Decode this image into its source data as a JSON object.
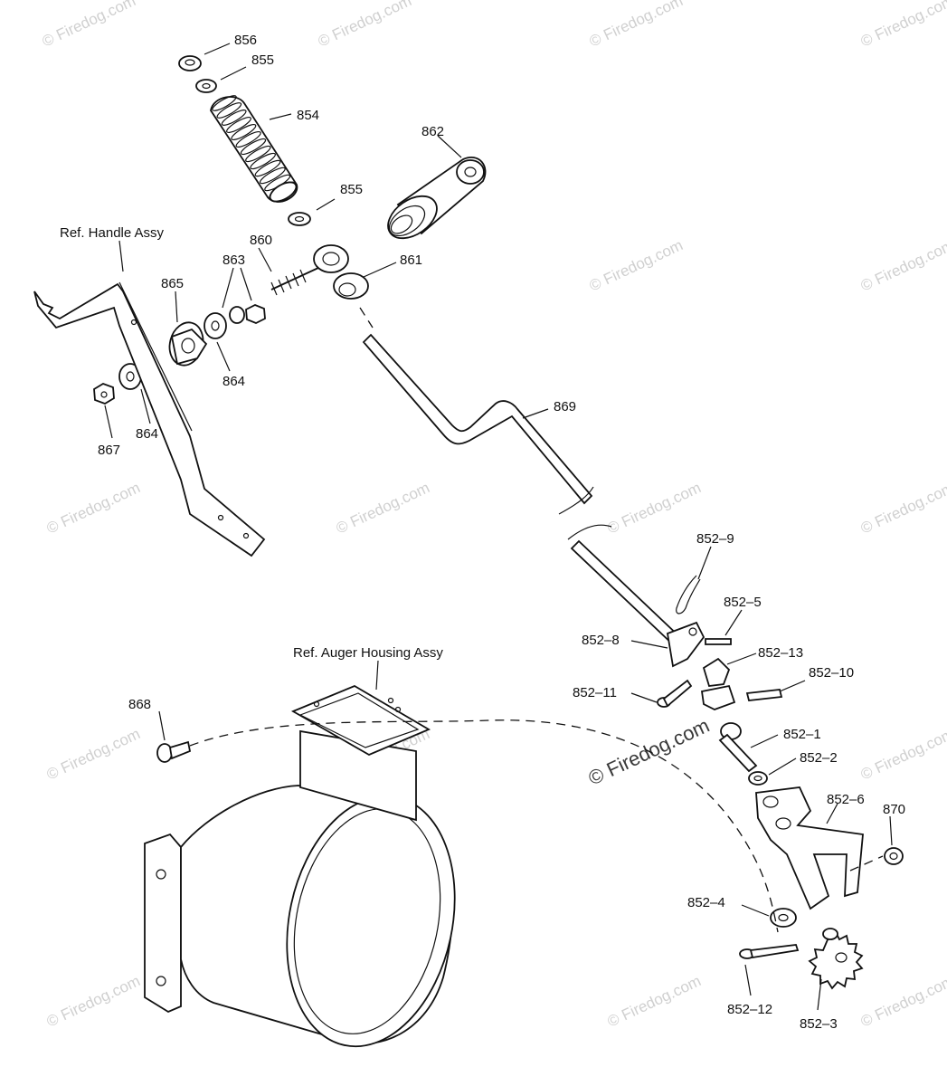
{
  "diagram": {
    "labels": {
      "p856": "856",
      "p855a": "855",
      "p854": "854",
      "p862": "862",
      "p855b": "855",
      "p860": "860",
      "p861": "861",
      "p863": "863",
      "p865": "865",
      "p864a": "864",
      "p864b": "864",
      "p867": "867",
      "p869": "869",
      "p852_9": "852–9",
      "p852_5": "852–5",
      "p852_8": "852–8",
      "p852_13": "852–13",
      "p852_10": "852–10",
      "p852_11": "852–11",
      "p852_1": "852–1",
      "p852_2": "852–2",
      "p852_6": "852–6",
      "p870": "870",
      "p868": "868",
      "p852_4": "852–4",
      "p852_12": "852–12",
      "p852_3": "852–3",
      "ref_handle": "Ref. Handle Assy",
      "ref_auger": "Ref. Auger Housing Assy"
    },
    "watermark": "© Firedog.com"
  }
}
